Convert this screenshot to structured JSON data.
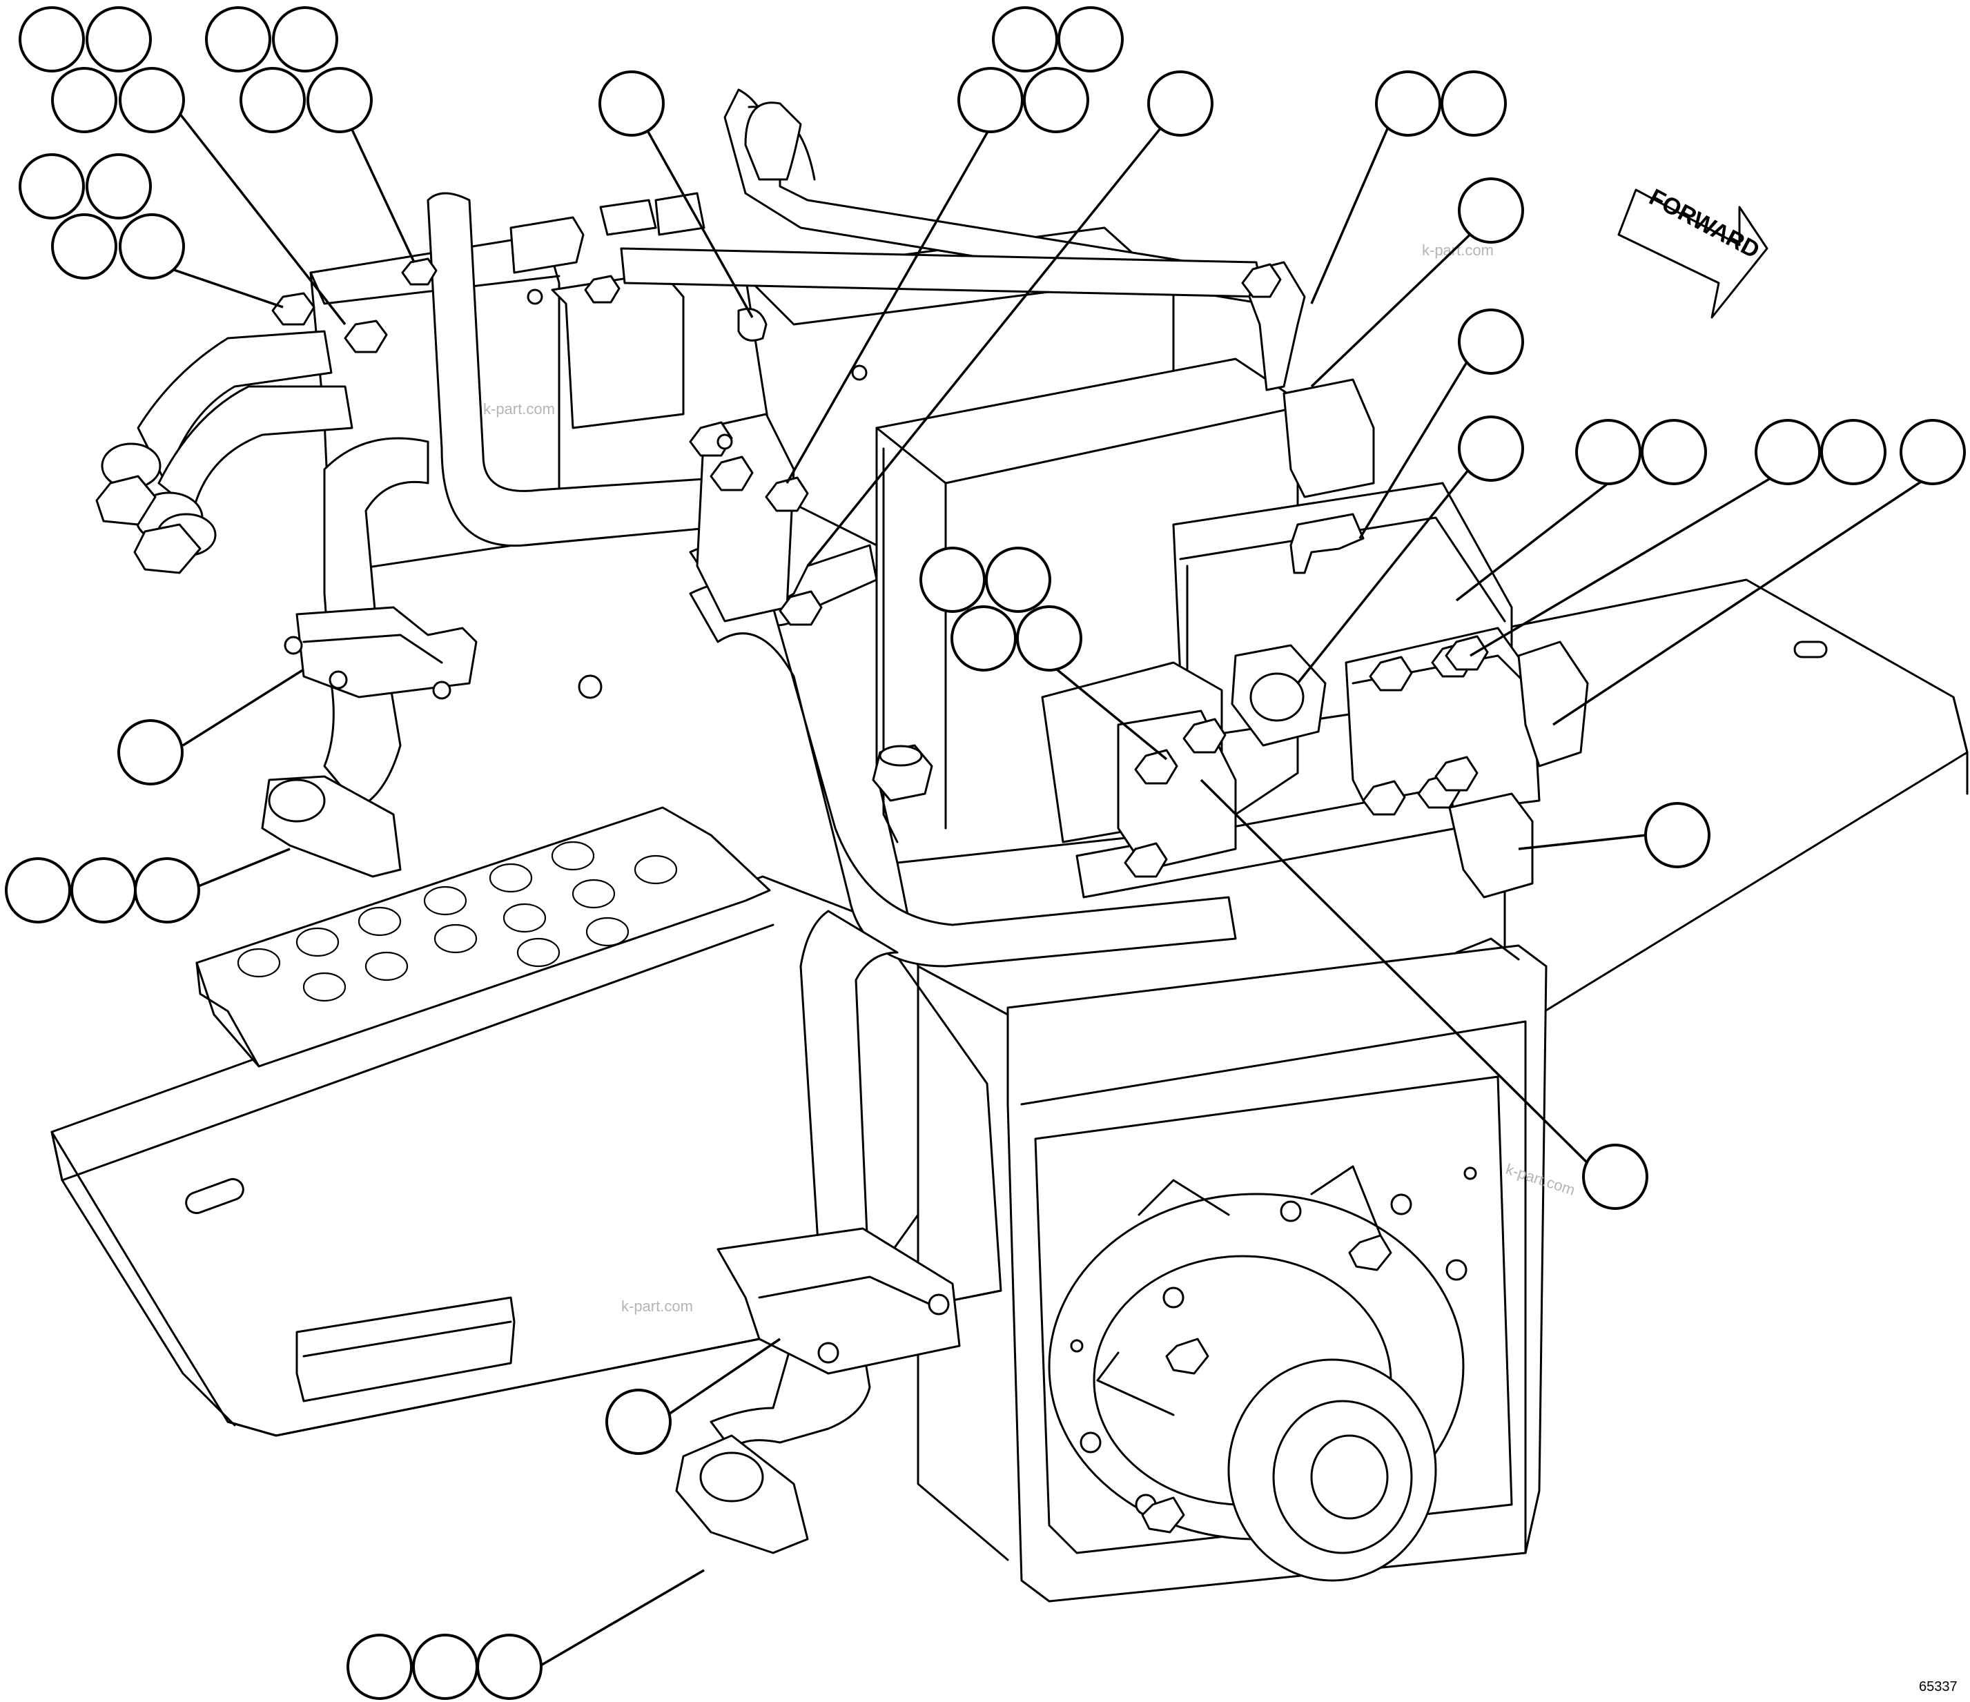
{
  "direction_label": "FORWARD",
  "figure_number": "65337",
  "watermark": "k-part.com",
  "line_color": "#000000",
  "background_color": "#ffffff",
  "watermark_color": "#b5b5b5"
}
